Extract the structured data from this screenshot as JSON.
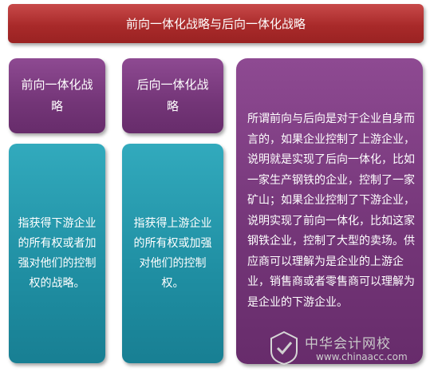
{
  "title": "前向一体化战略与后向一体化战略",
  "forward": {
    "heading": "前向一体化战略",
    "description": "指获得下游企业的所有权或者加强对他们的控制权的战略。"
  },
  "backward": {
    "heading": "后向一体化战略",
    "description": "指获得上游企业的所有权或加强对他们的控制权。"
  },
  "explanation": "所谓前向与后向是对于企业自身而言的，如果企业控制了上游企业，说明就是实现了后向一体化，比如一家生产钢铁的企业，控制了一家矿山；如果企业控制了下游企业，说明实现了前向一体化，比如这家钢铁企业，控制了大型的卖场。供应商可以理解为是企业的上游企业，销售商或者零售商可以理解为是企业的下游企业。",
  "watermark": {
    "name": "中华会计网校",
    "url": "www.chinaacc.com"
  },
  "colors": {
    "title_red": "#a92a2a",
    "purple": "#733577",
    "teal": "#1f8ea2"
  }
}
